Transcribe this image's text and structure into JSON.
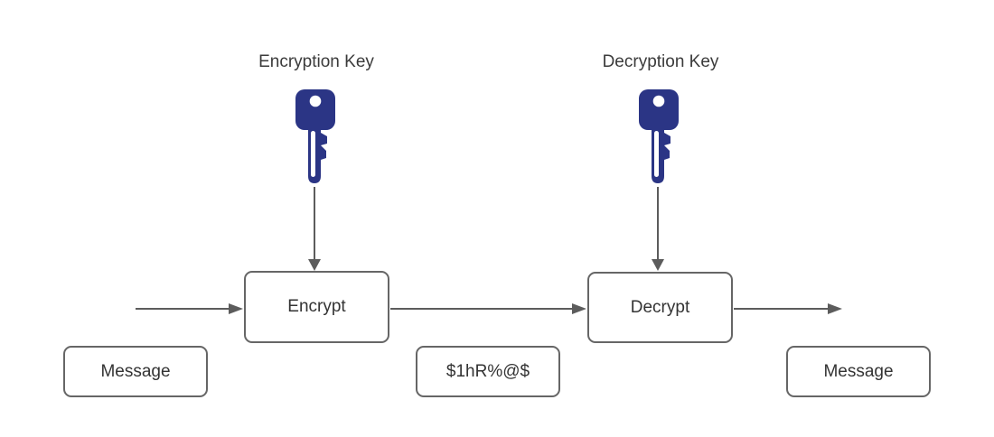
{
  "diagram": {
    "type": "flow-diagram",
    "topic": "encryption-decryption-process",
    "labels": {
      "encryption_key": "Encryption Key",
      "decryption_key": "Decryption Key"
    },
    "nodes": {
      "message_in": "Message",
      "encrypt": "Encrypt",
      "ciphertext": "$1hR%@$",
      "decrypt": "Decrypt",
      "message_out": "Message"
    },
    "icons": {
      "encryption_key": "key-icon",
      "decryption_key": "key-icon"
    },
    "colors": {
      "key_fill": "#2b3585",
      "arrow": "#5c5c5c",
      "box_border": "#666666",
      "text": "#333333",
      "background": "#ffffff"
    }
  }
}
